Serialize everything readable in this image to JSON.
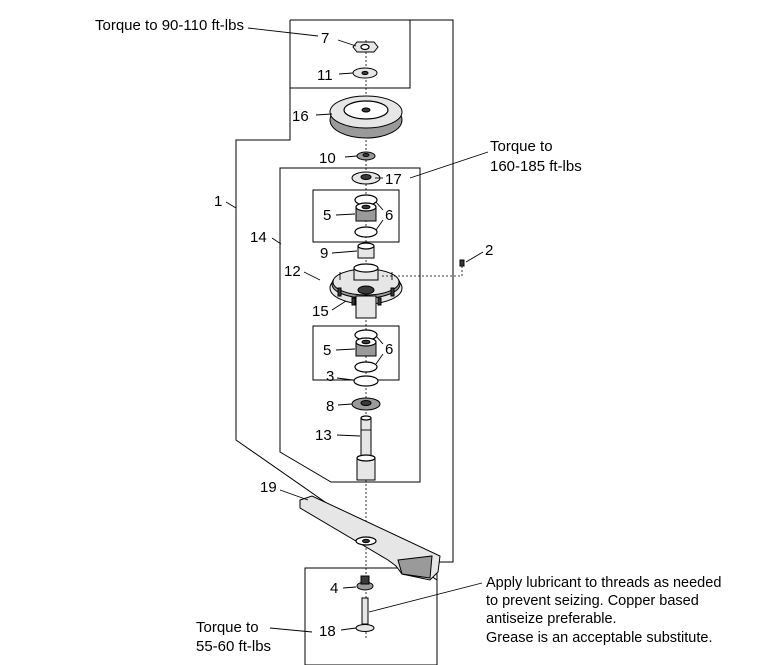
{
  "notes": {
    "torque_top": "Torque to 90-110 ft-lbs",
    "torque_mid_1": "Torque to",
    "torque_mid_2": "160-185 ft-lbs",
    "torque_bottom_1": "Torque to",
    "torque_bottom_2": "55-60 ft-lbs",
    "lube_1": "Apply lubricant to threads as needed",
    "lube_2": "to prevent seizing.  Copper based",
    "lube_3": "antiseize preferable.",
    "lube_4": "Grease is an acceptable substitute."
  },
  "callouts": {
    "c1": "1",
    "c2": "2",
    "c3": "3",
    "c4": "4",
    "c5a": "5",
    "c5b": "5",
    "c6a": "6",
    "c6b": "6",
    "c7": "7",
    "c8": "8",
    "c9": "9",
    "c10": "10",
    "c11": "11",
    "c12": "12",
    "c13": "13",
    "c14": "14",
    "c15": "15",
    "c16": "16",
    "c17": "17",
    "c18": "18",
    "c19": "19"
  }
}
